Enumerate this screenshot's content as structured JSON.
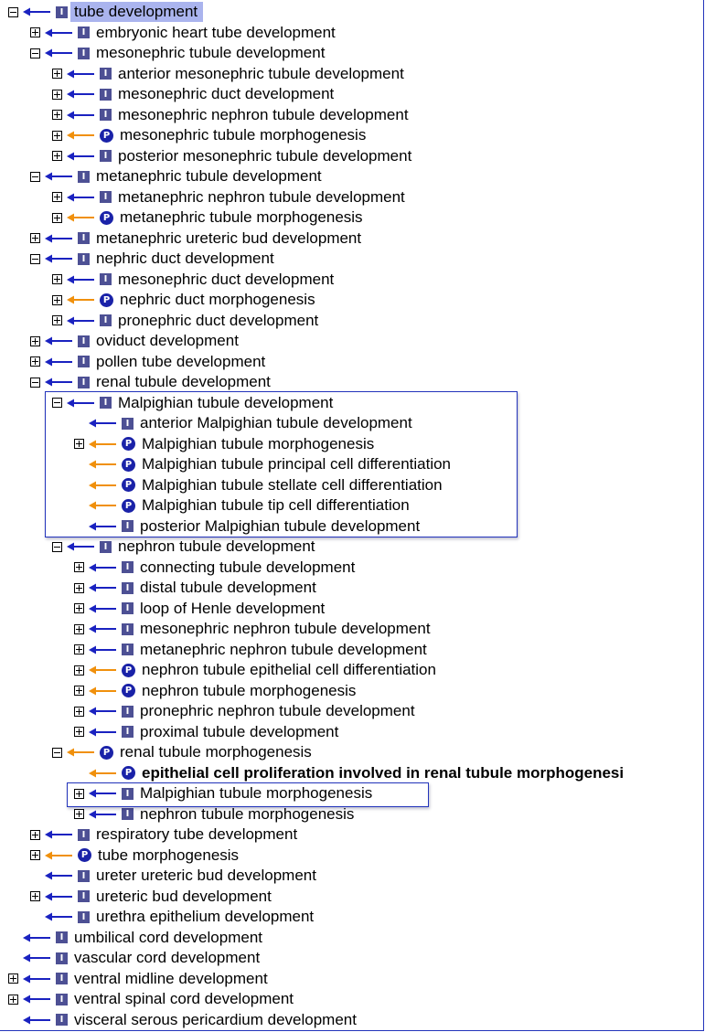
{
  "colors": {
    "is_a_arrow": "#1a22c0",
    "part_of_arrow": "#f0900c",
    "selected_bg": "#aab4ee",
    "highlight_border": "#2233bb"
  },
  "icons": {
    "I": "I",
    "P": "P",
    "toggle_open": "minus-box-icon",
    "toggle_closed": "plus-box-icon"
  },
  "rows": [
    {
      "depth": 0,
      "toggle": "minus",
      "arrow": "is_a",
      "badge": "I",
      "label": "tube development",
      "selected": true
    },
    {
      "depth": 1,
      "toggle": "plus",
      "arrow": "is_a",
      "badge": "I",
      "label": "embryonic heart tube development"
    },
    {
      "depth": 1,
      "toggle": "minus",
      "arrow": "is_a",
      "badge": "I",
      "label": "mesonephric tubule development"
    },
    {
      "depth": 2,
      "toggle": "plus",
      "arrow": "is_a",
      "badge": "I",
      "label": "anterior mesonephric tubule development"
    },
    {
      "depth": 2,
      "toggle": "plus",
      "arrow": "is_a",
      "badge": "I",
      "label": "mesonephric duct development"
    },
    {
      "depth": 2,
      "toggle": "plus",
      "arrow": "is_a",
      "badge": "I",
      "label": "mesonephric nephron tubule development"
    },
    {
      "depth": 2,
      "toggle": "plus",
      "arrow": "part_of",
      "badge": "P",
      "label": "mesonephric tubule morphogenesis"
    },
    {
      "depth": 2,
      "toggle": "plus",
      "arrow": "is_a",
      "badge": "I",
      "label": "posterior mesonephric tubule development"
    },
    {
      "depth": 1,
      "toggle": "minus",
      "arrow": "is_a",
      "badge": "I",
      "label": "metanephric tubule development"
    },
    {
      "depth": 2,
      "toggle": "plus",
      "arrow": "is_a",
      "badge": "I",
      "label": "metanephric nephron tubule development"
    },
    {
      "depth": 2,
      "toggle": "plus",
      "arrow": "part_of",
      "badge": "P",
      "label": "metanephric tubule morphogenesis"
    },
    {
      "depth": 1,
      "toggle": "plus",
      "arrow": "is_a",
      "badge": "I",
      "label": "metanephric ureteric bud development"
    },
    {
      "depth": 1,
      "toggle": "minus",
      "arrow": "is_a",
      "badge": "I",
      "label": "nephric duct development"
    },
    {
      "depth": 2,
      "toggle": "plus",
      "arrow": "is_a",
      "badge": "I",
      "label": "mesonephric duct development"
    },
    {
      "depth": 2,
      "toggle": "plus",
      "arrow": "part_of",
      "badge": "P",
      "label": "nephric duct morphogenesis"
    },
    {
      "depth": 2,
      "toggle": "plus",
      "arrow": "is_a",
      "badge": "I",
      "label": "pronephric duct development"
    },
    {
      "depth": 1,
      "toggle": "plus",
      "arrow": "is_a",
      "badge": "I",
      "label": "oviduct development"
    },
    {
      "depth": 1,
      "toggle": "plus",
      "arrow": "is_a",
      "badge": "I",
      "label": "pollen tube development"
    },
    {
      "depth": 1,
      "toggle": "minus",
      "arrow": "is_a",
      "badge": "I",
      "label": "renal tubule development"
    },
    {
      "depth": 2,
      "toggle": "minus",
      "arrow": "is_a",
      "badge": "I",
      "label": "Malpighian tubule development"
    },
    {
      "depth": 3,
      "toggle": "none",
      "arrow": "is_a",
      "badge": "I",
      "label": "anterior Malpighian tubule development"
    },
    {
      "depth": 3,
      "toggle": "plus",
      "arrow": "part_of",
      "badge": "P",
      "label": "Malpighian tubule morphogenesis"
    },
    {
      "depth": 3,
      "toggle": "none",
      "arrow": "part_of",
      "badge": "P",
      "label": "Malpighian tubule principal cell differentiation"
    },
    {
      "depth": 3,
      "toggle": "none",
      "arrow": "part_of",
      "badge": "P",
      "label": "Malpighian tubule stellate cell differentiation"
    },
    {
      "depth": 3,
      "toggle": "none",
      "arrow": "part_of",
      "badge": "P",
      "label": "Malpighian tubule tip cell differentiation"
    },
    {
      "depth": 3,
      "toggle": "none",
      "arrow": "is_a",
      "badge": "I",
      "label": "posterior Malpighian tubule development"
    },
    {
      "depth": 2,
      "toggle": "minus",
      "arrow": "is_a",
      "badge": "I",
      "label": "nephron tubule development"
    },
    {
      "depth": 3,
      "toggle": "plus",
      "arrow": "is_a",
      "badge": "I",
      "label": "connecting tubule development"
    },
    {
      "depth": 3,
      "toggle": "plus",
      "arrow": "is_a",
      "badge": "I",
      "label": "distal tubule development"
    },
    {
      "depth": 3,
      "toggle": "plus",
      "arrow": "is_a",
      "badge": "I",
      "label": "loop of Henle development"
    },
    {
      "depth": 3,
      "toggle": "plus",
      "arrow": "is_a",
      "badge": "I",
      "label": "mesonephric nephron tubule development"
    },
    {
      "depth": 3,
      "toggle": "plus",
      "arrow": "is_a",
      "badge": "I",
      "label": "metanephric nephron tubule development"
    },
    {
      "depth": 3,
      "toggle": "plus",
      "arrow": "part_of",
      "badge": "P",
      "label": "nephron tubule epithelial cell differentiation"
    },
    {
      "depth": 3,
      "toggle": "plus",
      "arrow": "part_of",
      "badge": "P",
      "label": "nephron tubule morphogenesis"
    },
    {
      "depth": 3,
      "toggle": "plus",
      "arrow": "is_a",
      "badge": "I",
      "label": "pronephric nephron tubule development"
    },
    {
      "depth": 3,
      "toggle": "plus",
      "arrow": "is_a",
      "badge": "I",
      "label": "proximal tubule development"
    },
    {
      "depth": 2,
      "toggle": "minus",
      "arrow": "part_of",
      "badge": "P",
      "label": "renal tubule morphogenesis"
    },
    {
      "depth": 3,
      "toggle": "none",
      "arrow": "part_of",
      "badge": "P",
      "label": "epithelial cell proliferation involved in renal tubule morphogenesi",
      "bold": true
    },
    {
      "depth": 3,
      "toggle": "plus",
      "arrow": "is_a",
      "badge": "I",
      "label": "Malpighian tubule morphogenesis"
    },
    {
      "depth": 3,
      "toggle": "plus",
      "arrow": "is_a",
      "badge": "I",
      "label": "nephron tubule morphogenesis"
    },
    {
      "depth": 1,
      "toggle": "plus",
      "arrow": "is_a",
      "badge": "I",
      "label": "respiratory tube development"
    },
    {
      "depth": 1,
      "toggle": "plus",
      "arrow": "part_of",
      "badge": "P",
      "label": "tube morphogenesis"
    },
    {
      "depth": 1,
      "toggle": "none",
      "arrow": "is_a",
      "badge": "I",
      "label": "ureter ureteric bud development"
    },
    {
      "depth": 1,
      "toggle": "plus",
      "arrow": "is_a",
      "badge": "I",
      "label": "ureteric bud development"
    },
    {
      "depth": 1,
      "toggle": "none",
      "arrow": "is_a",
      "badge": "I",
      "label": "urethra epithelium development"
    },
    {
      "depth": 0,
      "toggle": "none",
      "arrow": "is_a",
      "badge": "I",
      "label": "umbilical cord development"
    },
    {
      "depth": 0,
      "toggle": "none",
      "arrow": "is_a",
      "badge": "I",
      "label": "vascular cord development"
    },
    {
      "depth": 0,
      "toggle": "plus",
      "arrow": "is_a",
      "badge": "I",
      "label": "ventral midline development"
    },
    {
      "depth": 0,
      "toggle": "plus",
      "arrow": "is_a",
      "badge": "I",
      "label": "ventral spinal cord development"
    },
    {
      "depth": 0,
      "toggle": "none",
      "arrow": "is_a",
      "badge": "I",
      "label": "visceral serous pericardium development"
    }
  ]
}
